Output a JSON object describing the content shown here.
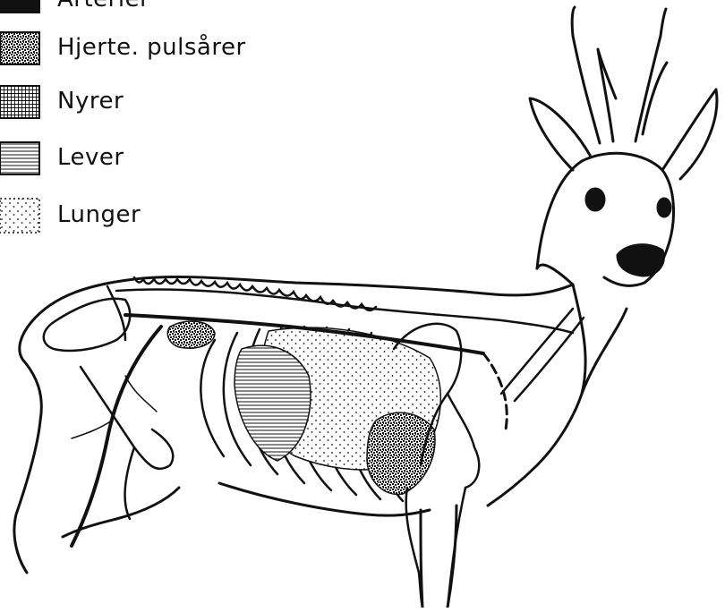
{
  "legend": {
    "items": [
      {
        "key": "arteries",
        "label": "Arterier",
        "swatch": "solid-black"
      },
      {
        "key": "heart",
        "label": "Hjerte. pulsårer",
        "swatch": "dense-speckle"
      },
      {
        "key": "kidneys",
        "label": "Nyrer",
        "swatch": "grid"
      },
      {
        "key": "liver",
        "label": "Lever",
        "swatch": "horizontal-lines"
      },
      {
        "key": "lungs",
        "label": "Lunger",
        "swatch": "sparse-dots"
      }
    ]
  },
  "colors": {
    "ink": "#111111",
    "paper": "#ffffff"
  }
}
